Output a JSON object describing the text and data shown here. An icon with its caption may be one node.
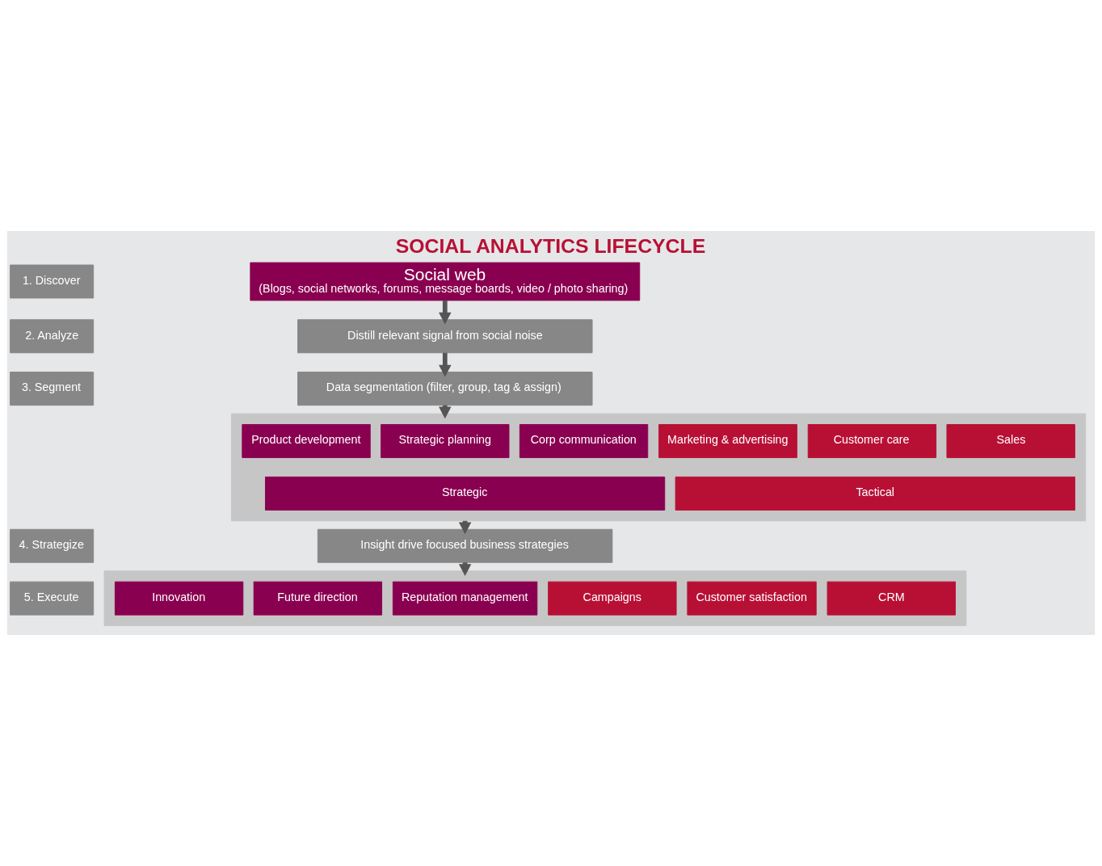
{
  "diagram": {
    "title": "SOCIAL ANALYTICS LIFECYCLE",
    "nodes": [
      {
        "text": [
          "1. Discover"
        ]
      },
      {
        "text": [
          "Social web",
          "(Blogs, social networks, forums, message boards, video / photo sharing)"
        ]
      },
      {
        "text": [
          "2. Analyze"
        ]
      },
      {
        "text": [
          "Distill relevant signal from social noise"
        ]
      },
      {
        "text": [
          "3. Segment"
        ]
      },
      {
        "text": [
          "Data segmentation (filter, group, tag & assign)"
        ]
      },
      {
        "text": [],
        "shape": "box"
      },
      {
        "text": [
          "Product development"
        ],
        "in": 6
      },
      {
        "text": [
          "Strategic planning"
        ],
        "in": 6
      },
      {
        "text": [
          "Corp communication"
        ],
        "in": 6
      },
      {
        "text": [
          "Marketing & advertising"
        ],
        "in": 6
      },
      {
        "text": [
          "Customer care"
        ],
        "in": 6
      },
      {
        "text": [
          "Sales"
        ],
        "in": 6
      },
      {
        "text": [
          "Strategic"
        ],
        "in": 6
      },
      {
        "text": [
          "Tactical"
        ],
        "in": 6
      },
      {
        "text": [
          "4. Strategize"
        ]
      },
      {
        "text": [
          "Insight drive focused business strategies"
        ]
      },
      {
        "text": [
          "5. Execute"
        ]
      },
      {
        "text": [],
        "shape": "box"
      },
      {
        "text": [
          "Innovation"
        ],
        "in": 18
      },
      {
        "text": [
          "Future direction"
        ],
        "in": 18
      },
      {
        "text": [
          "Reputation management"
        ],
        "in": 18
      },
      {
        "text": [
          "Campaigns"
        ],
        "in": 18
      },
      {
        "text": [
          "Customer satisfaction"
        ],
        "in": 18
      },
      {
        "text": [
          "CRM"
        ],
        "in": 18
      }
    ],
    "edges": [
      {
        "from": 1,
        "to": 3,
        "arrow": "to"
      },
      {
        "from": 3,
        "to": 5,
        "arrow": "to"
      },
      {
        "from": 5,
        "to": 6,
        "arrow": "to"
      },
      {
        "from": 6,
        "to": 16,
        "arrow": "to"
      },
      {
        "from": 16,
        "to": 18,
        "arrow": "to"
      }
    ]
  }
}
